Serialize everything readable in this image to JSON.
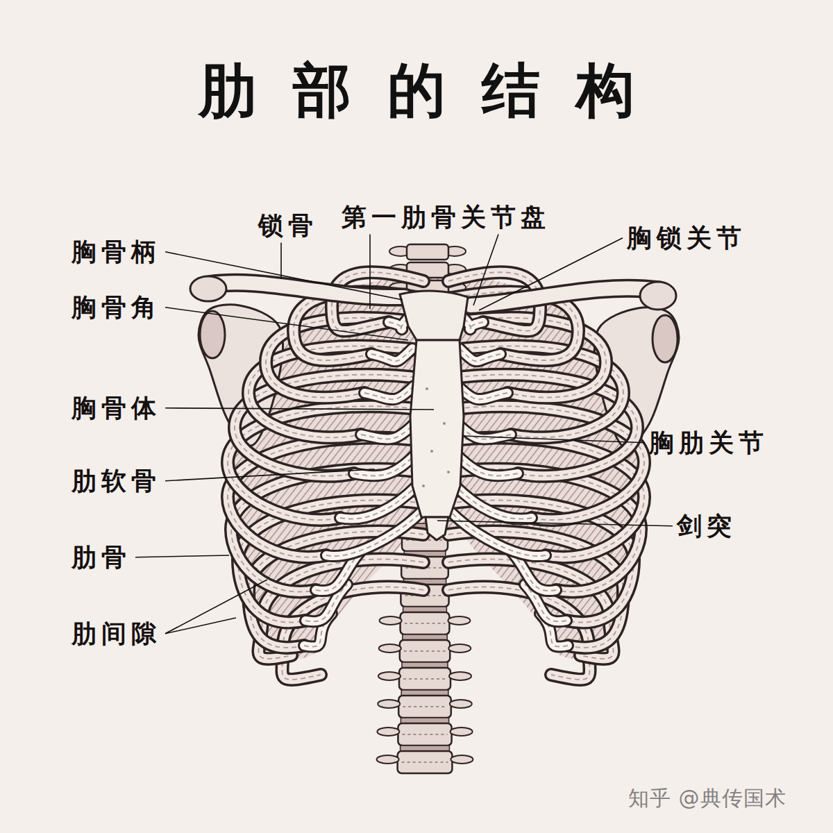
{
  "diagram": {
    "title": "肋部的结构",
    "labels": [
      "锁骨",
      "第一肋骨关节盘",
      "胸锁关节",
      "胸骨柄",
      "胸骨角",
      "胸骨体",
      "胸肋关节",
      "肋软骨",
      "剑突",
      "肋骨",
      "肋间隙",
      "知乎 @典传国术"
    ]
  }
}
